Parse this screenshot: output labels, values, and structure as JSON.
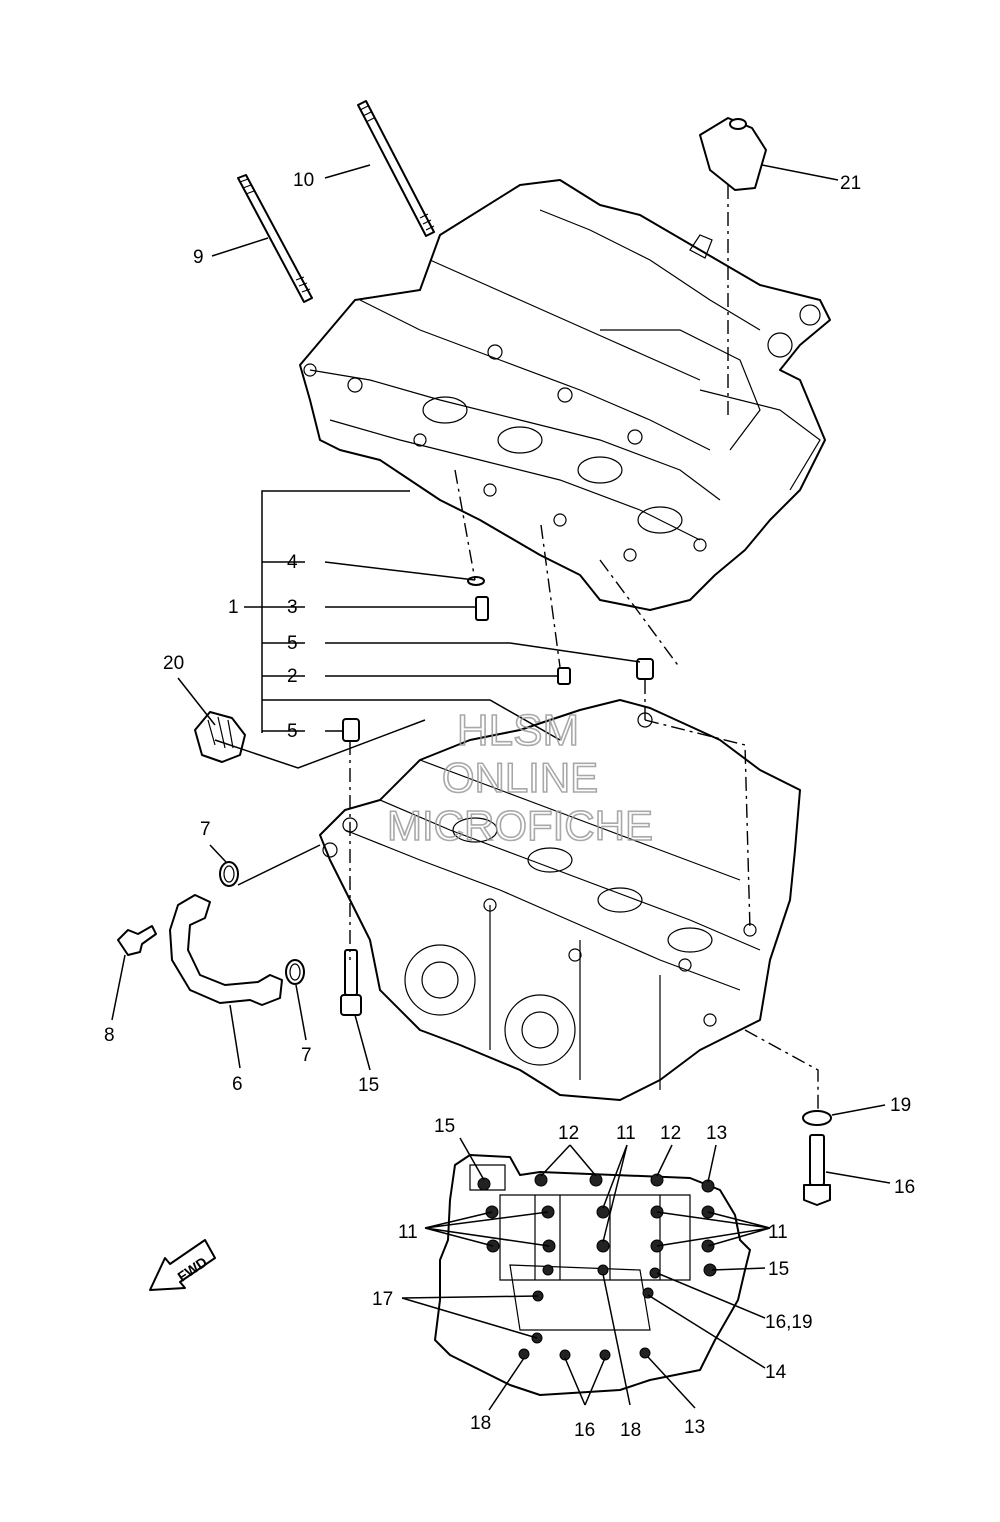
{
  "watermark": {
    "line1": "HLSM",
    "line2": "ONLINE",
    "line3": "MICROFICHE"
  },
  "fwd_label": "FWD",
  "callouts": {
    "c1": "1",
    "c2": "2",
    "c3": "3",
    "c4": "4",
    "c5a": "5",
    "c5b": "5",
    "c6": "6",
    "c7a": "7",
    "c7b": "7",
    "c8": "8",
    "c9": "9",
    "c10": "10",
    "c11a": "11",
    "c11b": "11",
    "c11c": "11",
    "c12a": "12",
    "c12b": "12",
    "c13a": "13",
    "c13b": "13",
    "c14": "14",
    "c15a": "15",
    "c15b": "15",
    "c15c": "15",
    "c16a": "16",
    "c16b": "16",
    "c16c": "16,19",
    "c17": "17",
    "c18a": "18",
    "c18b": "18",
    "c19": "19",
    "c20": "20",
    "c21": "21"
  }
}
